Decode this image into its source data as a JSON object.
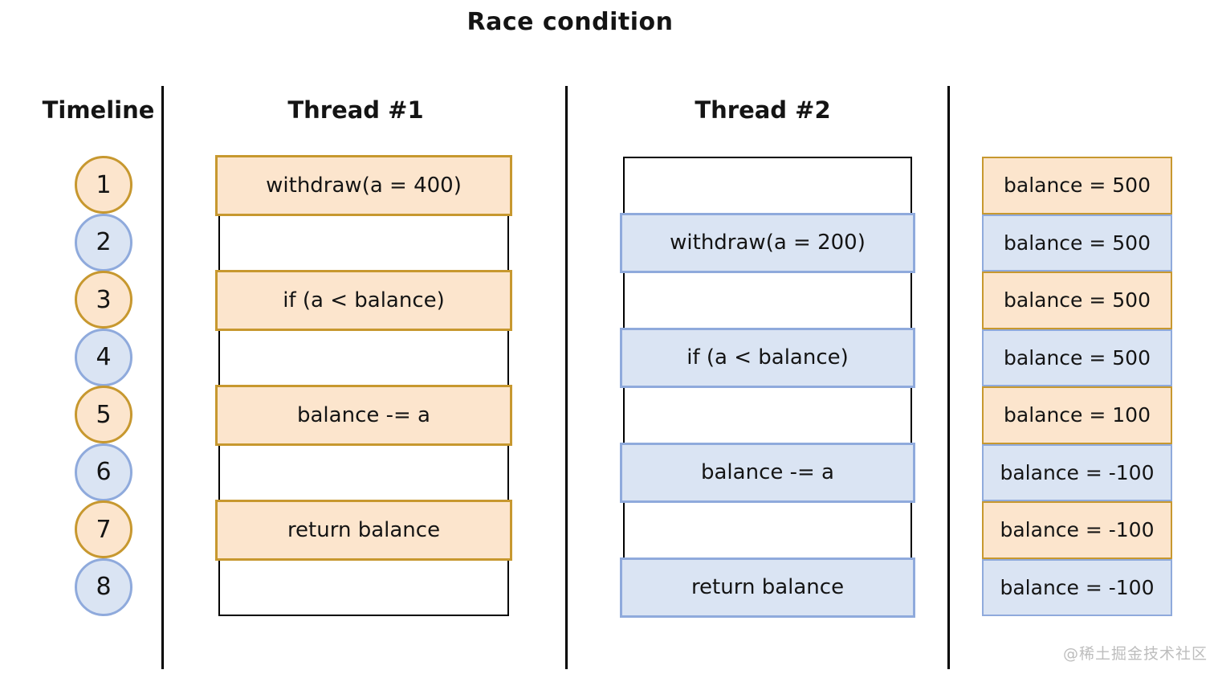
{
  "title": "Race condition",
  "colors": {
    "orange_fill": "#fce5cd",
    "orange_border": "#c7982f",
    "blue_fill": "#dae4f3",
    "blue_border": "#8faadc",
    "line": "#000000"
  },
  "timeline": {
    "label": "Timeline",
    "steps": [
      "1",
      "2",
      "3",
      "4",
      "5",
      "6",
      "7",
      "8"
    ]
  },
  "threads": [
    {
      "name": "Thread #1",
      "color": "orange",
      "rows": [
        "withdraw(a = 400)",
        "",
        "if (a < balance)",
        "",
        "balance -= a",
        "",
        "return balance",
        ""
      ]
    },
    {
      "name": "Thread #2",
      "color": "blue",
      "rows": [
        "",
        "withdraw(a = 200)",
        "",
        "if (a < balance)",
        "",
        "balance -= a",
        "",
        "return balance"
      ]
    }
  ],
  "balance_column": {
    "rows": [
      {
        "label": "balance = 500",
        "active_thread": "thread-1"
      },
      {
        "label": "balance = 500",
        "active_thread": "thread-2"
      },
      {
        "label": "balance = 500",
        "active_thread": "thread-1"
      },
      {
        "label": "balance = 500",
        "active_thread": "thread-2"
      },
      {
        "label": "balance = 100",
        "active_thread": "thread-1"
      },
      {
        "label": "balance = -100",
        "active_thread": "thread-2"
      },
      {
        "label": "balance = -100",
        "active_thread": "thread-1"
      },
      {
        "label": "balance = -100",
        "active_thread": "thread-2"
      }
    ]
  },
  "watermark": "@稀土掘金技术社区"
}
